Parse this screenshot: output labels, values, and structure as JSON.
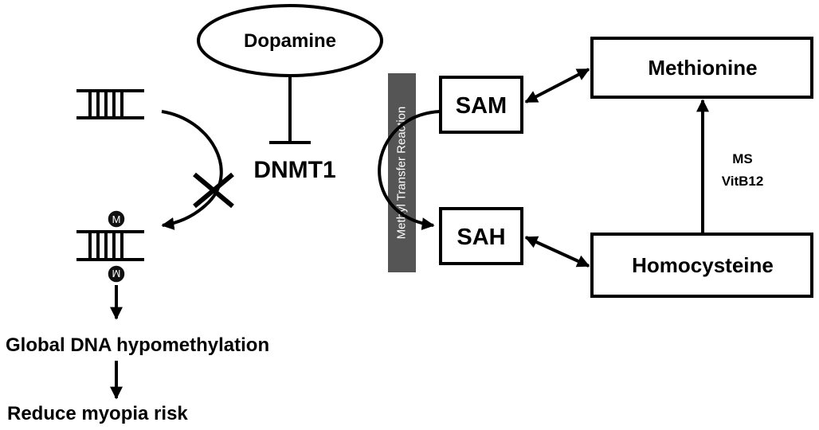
{
  "nodes": {
    "dopamine": "Dopamine",
    "dnmt1": "DNMT1",
    "sam": "SAM",
    "sah": "SAH",
    "methionine": "Methionine",
    "homocysteine": "Homocysteine",
    "ms": "MS",
    "vitb12": "VitB12",
    "methyl_transfer": "Methyl Transfer Reaction",
    "methyl_mark": "M",
    "global_hypomethylation": "Global DNA hypomethylation",
    "reduce_risk": "Reduce myopia risk"
  },
  "colors": {
    "line": "#000000",
    "band": "#555555",
    "background": "#ffffff"
  }
}
